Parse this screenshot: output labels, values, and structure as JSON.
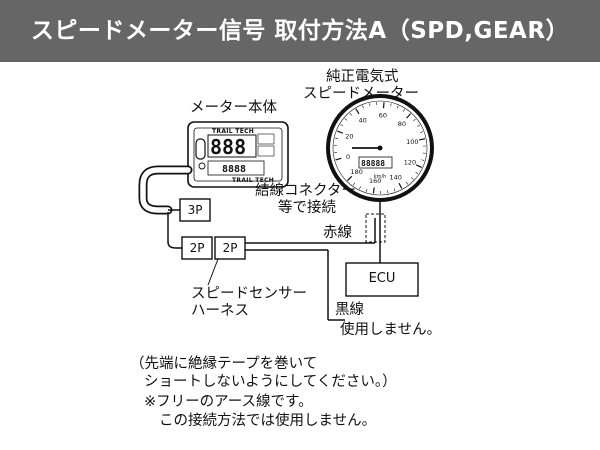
{
  "title": "スピードメーター信号 取付方法A（SPD,GEAR）",
  "labels": {
    "meter_body": "メーター本体",
    "genuine_speedometer_line1": "純正電気式",
    "genuine_speedometer_line2": "スピードメーター",
    "connector_line1": "結線コネクター",
    "connector_line2": "等で接続",
    "red_wire": "赤線",
    "ecu": "ECU",
    "sensor_harness_line1": "スピードセンサー",
    "sensor_harness_line2": "ハーネス",
    "black_wire": "黒線",
    "not_used": "使用しません。",
    "note_line1": "（先端に絶縁テープを巻いて",
    "note_line2": "ショートしないようにしてください。）",
    "note_line3": "※フリーのアース線です。",
    "note_line4": "この接続方法では使用しません。"
  },
  "connectors": {
    "c3p": "3P",
    "c2p_left": "2P",
    "c2p_right": "2P"
  },
  "speedometer": {
    "ticks": [
      "0",
      "20",
      "40",
      "60",
      "80",
      "100",
      "120",
      "140",
      "160",
      "180"
    ],
    "unit": "km/h"
  },
  "meter_unit": {
    "brand": "TRAIL TECH",
    "brand_bottom": "TRAIL TECH"
  }
}
